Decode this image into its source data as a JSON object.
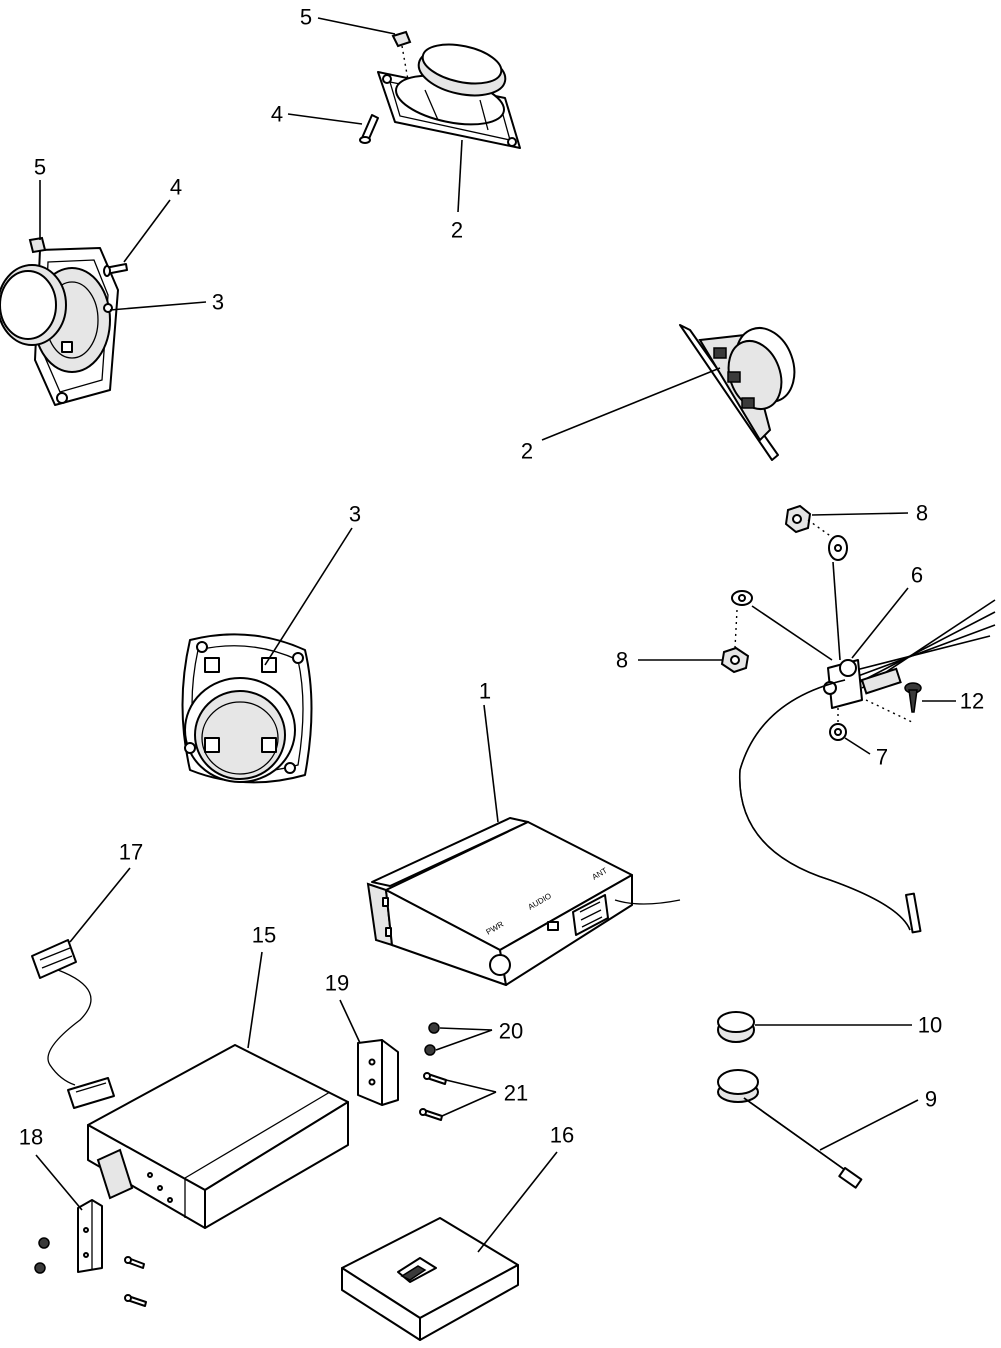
{
  "diagram": {
    "callouts": [
      {
        "id": "c1",
        "label": "1"
      },
      {
        "id": "c2a",
        "label": "2"
      },
      {
        "id": "c2b",
        "label": "2"
      },
      {
        "id": "c3a",
        "label": "3"
      },
      {
        "id": "c3b",
        "label": "3"
      },
      {
        "id": "c4a",
        "label": "4"
      },
      {
        "id": "c4b",
        "label": "4"
      },
      {
        "id": "c5a",
        "label": "5"
      },
      {
        "id": "c5b",
        "label": "5"
      },
      {
        "id": "c6",
        "label": "6"
      },
      {
        "id": "c7",
        "label": "7"
      },
      {
        "id": "c8a",
        "label": "8"
      },
      {
        "id": "c8b",
        "label": "8"
      },
      {
        "id": "c9",
        "label": "9"
      },
      {
        "id": "c10",
        "label": "10"
      },
      {
        "id": "c12",
        "label": "12"
      },
      {
        "id": "c15",
        "label": "15"
      },
      {
        "id": "c16",
        "label": "16"
      },
      {
        "id": "c17",
        "label": "17"
      },
      {
        "id": "c18",
        "label": "18"
      },
      {
        "id": "c19",
        "label": "19"
      },
      {
        "id": "c20",
        "label": "20"
      },
      {
        "id": "c21",
        "label": "21"
      }
    ]
  }
}
